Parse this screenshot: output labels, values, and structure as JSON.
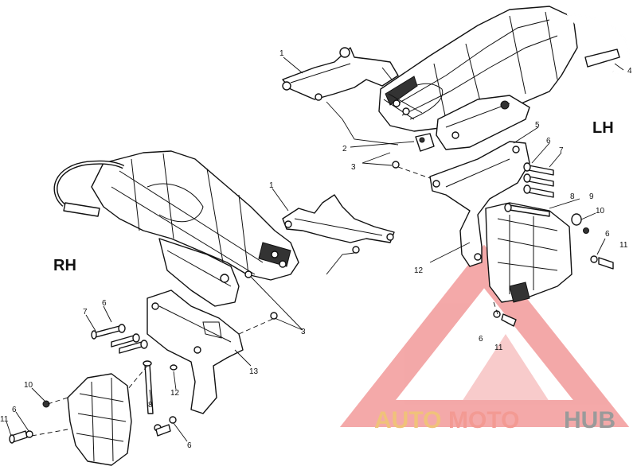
{
  "side_labels": {
    "left_hand": "LH",
    "right_hand": "RH"
  },
  "callouts": [
    {
      "id": "lh-1",
      "text": "1"
    },
    {
      "id": "lh-2",
      "text": "2"
    },
    {
      "id": "lh-3",
      "text": "3"
    },
    {
      "id": "lh-4",
      "text": "4"
    },
    {
      "id": "lh-5",
      "text": "5"
    },
    {
      "id": "lh-6a",
      "text": "6"
    },
    {
      "id": "lh-7",
      "text": "7"
    },
    {
      "id": "lh-8",
      "text": "8"
    },
    {
      "id": "lh-9",
      "text": "9"
    },
    {
      "id": "lh-10",
      "text": "10"
    },
    {
      "id": "lh-6b",
      "text": "6"
    },
    {
      "id": "lh-11a",
      "text": "11"
    },
    {
      "id": "lh-12",
      "text": "12"
    },
    {
      "id": "lh-6c",
      "text": "6"
    },
    {
      "id": "lh-11b",
      "text": "11"
    },
    {
      "id": "rh-1",
      "text": "1"
    },
    {
      "id": "rh-3",
      "text": "3"
    },
    {
      "id": "rh-6a",
      "text": "6"
    },
    {
      "id": "rh-7",
      "text": "7"
    },
    {
      "id": "rh-13",
      "text": "13"
    },
    {
      "id": "rh-8",
      "text": "8"
    },
    {
      "id": "rh-12",
      "text": "12"
    },
    {
      "id": "rh-10",
      "text": "10"
    },
    {
      "id": "rh-6b",
      "text": "6"
    },
    {
      "id": "rh-11",
      "text": "11"
    },
    {
      "id": "rh-6c",
      "text": "6"
    }
  ],
  "watermark": {
    "part1": "AUTO",
    "part2": "MOTO",
    "part3": "HUB",
    "colors": {
      "auto": "#f0c27a",
      "moto": "#f39a93",
      "hub": "#9a9a9a",
      "triangle": "#f08c8c"
    }
  }
}
